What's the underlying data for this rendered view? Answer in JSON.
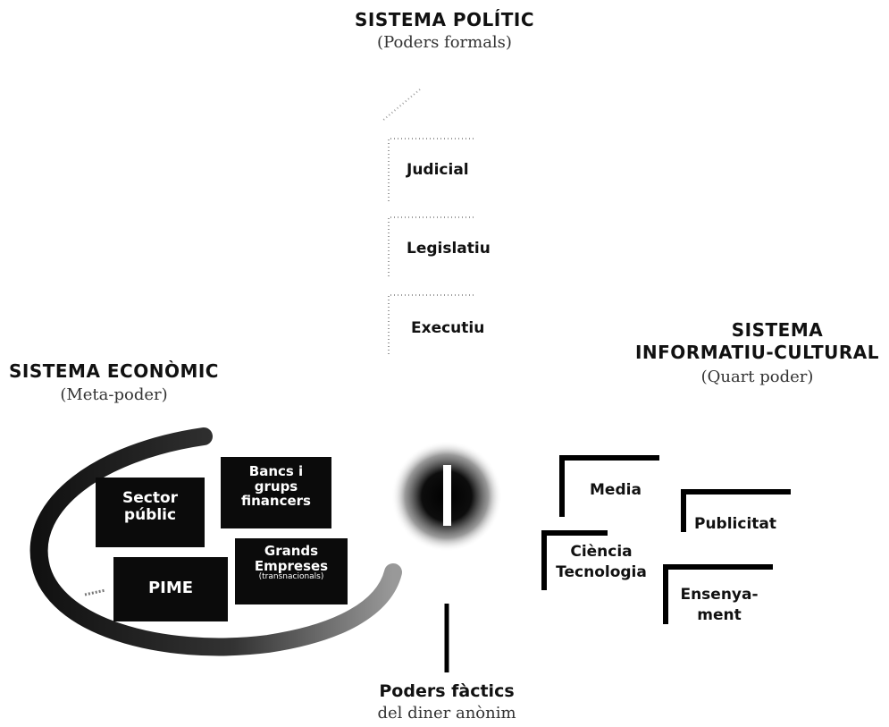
{
  "politic": {
    "title": "SISTEMA POLÍTIC",
    "subtitle": "(Poders formals)",
    "items": [
      "Judicial",
      "Legislatiu",
      "Executiu"
    ]
  },
  "economic": {
    "title": "SISTEMA ECONÒMIC",
    "subtitle": "(Meta-poder)",
    "banks": [
      "Bancs i",
      "grups",
      "financers"
    ],
    "sector": [
      "Sector",
      "públic"
    ],
    "pime": "PIME",
    "grands": [
      "Grands",
      "Empreses",
      "(transnacionals)"
    ]
  },
  "informatiu": {
    "title1": "SISTEMA",
    "title2": "INFORMATIU-CULTURAL",
    "subtitle": "(Quart poder)",
    "media": "Media",
    "publicitat": "Publicitat",
    "ciencia1": "Ciència",
    "ciencia2": "Tecnologia",
    "ensenyament1": "Ensenya-",
    "ensenyament2": "ment"
  },
  "factics": {
    "title": "Poders fàctics",
    "subtitle": "del diner anònim"
  }
}
